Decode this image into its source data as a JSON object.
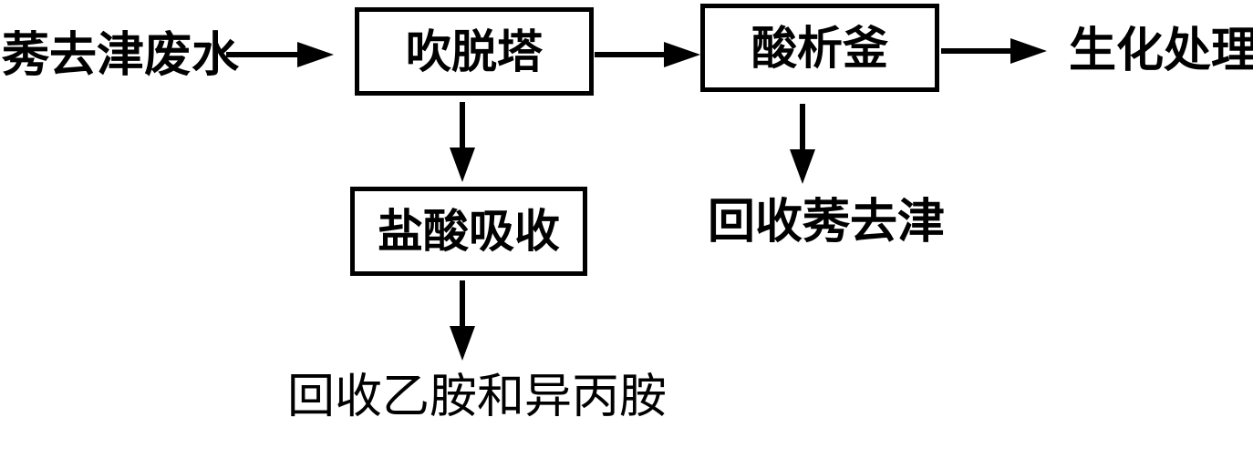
{
  "nodes": {
    "input": "莠去津废水",
    "stripping_tower": "吹脱塔",
    "acid_kettle": "酸析釜",
    "bio_treatment": "生化处理",
    "hcl_absorption": "盐酸吸收",
    "recover_atrazine": "回收莠去津",
    "recover_amines": "回收乙胺和异丙胺"
  }
}
